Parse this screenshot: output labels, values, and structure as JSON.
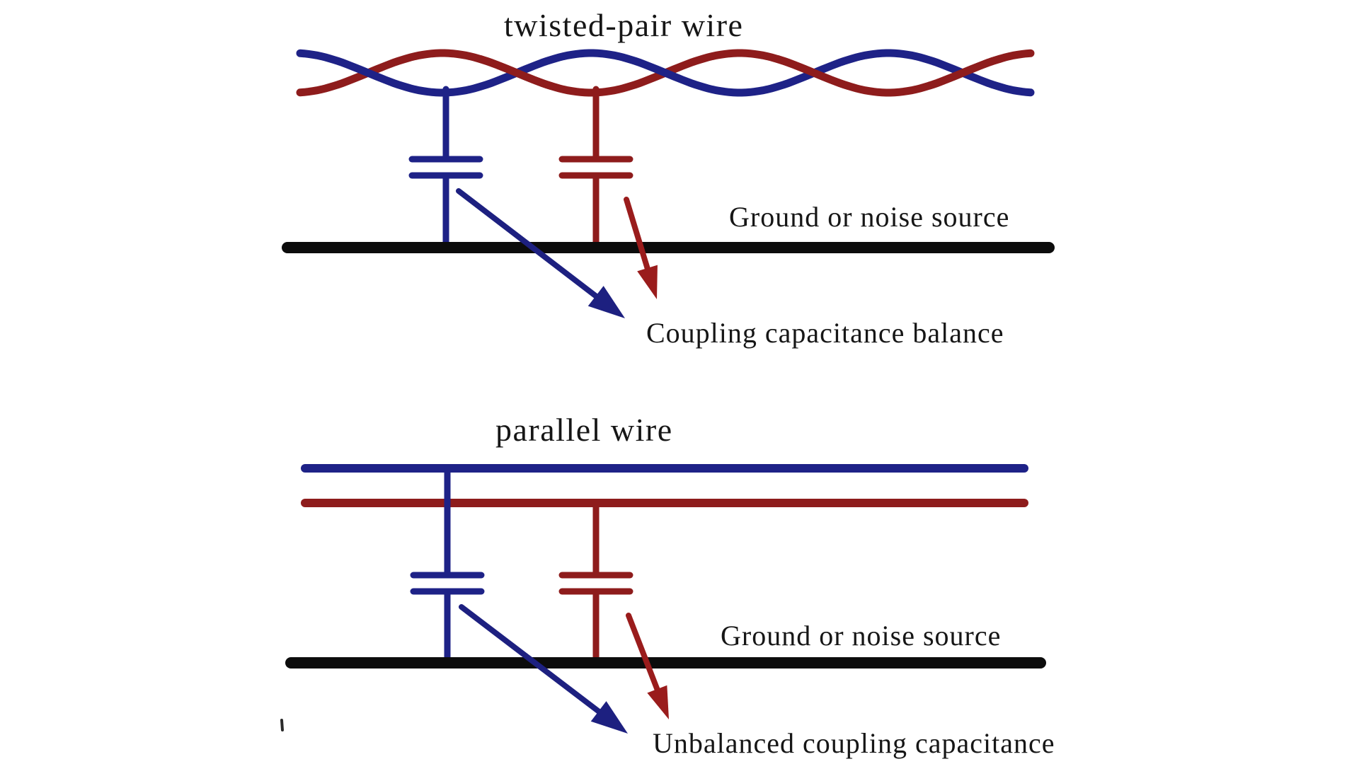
{
  "page": {
    "background": "#ffffff",
    "description_visible_text_only": true
  },
  "colors": {
    "wire_blue": "#1e2287",
    "wire_red": "#8e1c1c",
    "arrow_blue": "#1d2080",
    "arrow_red": "#9a1c1c",
    "ground": "#0c0c0c",
    "text": "#161616"
  },
  "top_section": {
    "title": "twisted-pair wire",
    "wire_type": "twisted-pair",
    "ground_label": "Ground or noise source",
    "annotation": "Coupling capacitance balance",
    "capacitors": [
      {
        "name": "blue coupling capacitor",
        "color": "#1e2287"
      },
      {
        "name": "red coupling capacitor",
        "color": "#8e1c1c"
      }
    ]
  },
  "bottom_section": {
    "title": "parallel wire",
    "wire_type": "parallel",
    "ground_label": "Ground or noise source",
    "annotation": "Unbalanced coupling capacitance",
    "capacitors": [
      {
        "name": "blue coupling capacitor",
        "color": "#1e2287"
      },
      {
        "name": "red coupling capacitor",
        "color": "#8e1c1c"
      }
    ]
  }
}
